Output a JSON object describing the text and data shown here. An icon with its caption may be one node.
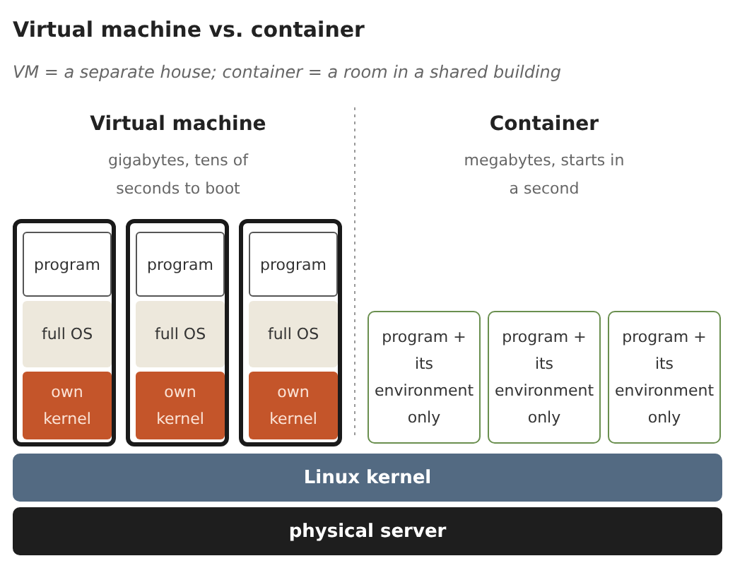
{
  "diagram": {
    "title": "Virtual machine vs. container",
    "nodes": [
      {
        "text": [],
        "shape": "box"
      },
      {
        "text": [
          "program"
        ],
        "in": 0
      },
      {
        "text": [
          "full OS"
        ],
        "in": 0
      },
      {
        "text": [
          "own kernel"
        ],
        "in": 0
      },
      {
        "text": [],
        "shape": "box"
      },
      {
        "text": [
          "program"
        ],
        "in": 4
      },
      {
        "text": [
          "full OS"
        ],
        "in": 4
      },
      {
        "text": [
          "own kernel"
        ],
        "in": 4
      },
      {
        "text": [],
        "shape": "box"
      },
      {
        "text": [
          "program"
        ],
        "in": 8
      },
      {
        "text": [
          "full OS"
        ],
        "in": 8
      },
      {
        "text": [
          "own kernel"
        ],
        "in": 8
      },
      {
        "text": [
          "program + its environment only"
        ]
      },
      {
        "text": [
          "program + its environment only"
        ]
      },
      {
        "text": [
          "program + its environment only"
        ]
      },
      {
        "text": [
          "Linux kernel"
        ]
      },
      {
        "text": [
          "physical server"
        ]
      }
    ],
    "edges": [],
    "labels": [
      "VM = a separate house; container = a room in a shared building",
      "Virtual machine",
      "gigabytes, tens of seconds to boot",
      "Container",
      "megabytes, starts in a second"
    ]
  }
}
